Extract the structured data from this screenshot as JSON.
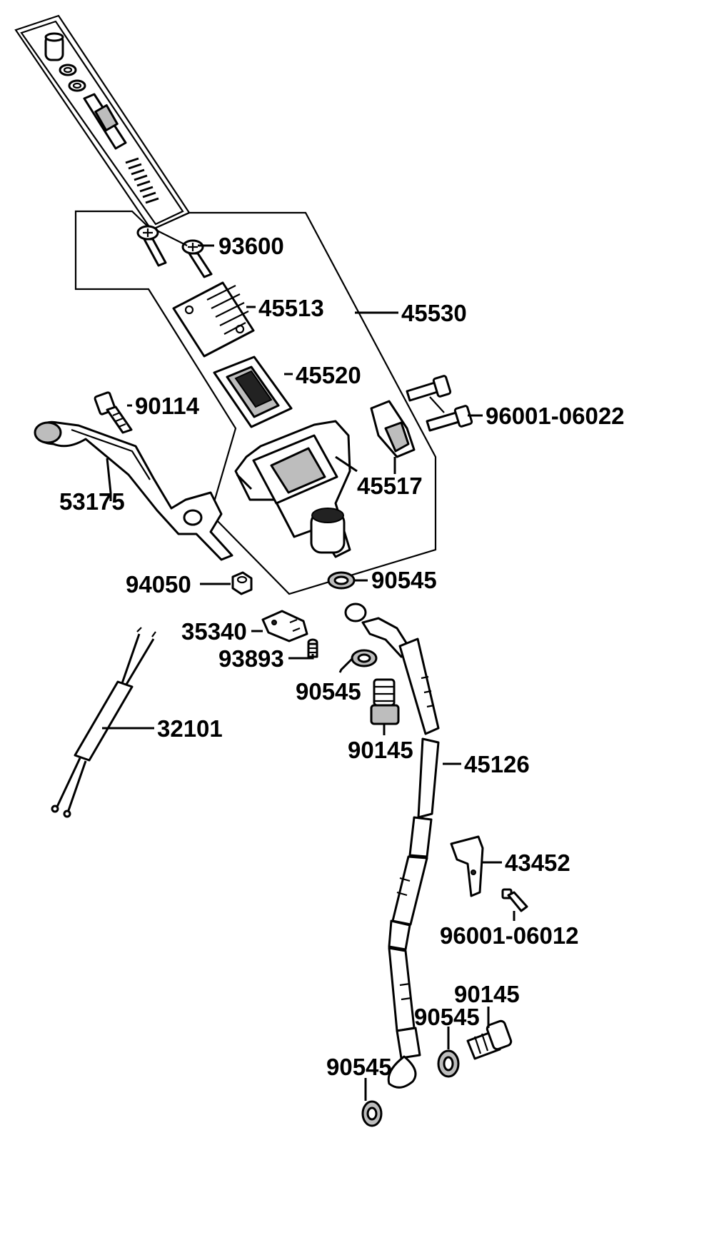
{
  "callouts": {
    "c93600": "93600",
    "c45513": "45513",
    "c45530": "45530",
    "c45520": "45520",
    "c90114": "90114",
    "c96001_06022": "96001-06022",
    "c53175": "53175",
    "c45517": "45517",
    "c94050": "94050",
    "c90545_a": "90545",
    "c35340": "35340",
    "c93893": "93893",
    "c90545_b": "90545",
    "c32101": "32101",
    "c90145_a": "90145",
    "c45126": "45126",
    "c43452": "43452",
    "c96001_06012": "96001-06012",
    "c90145_b": "90145",
    "c90545_c": "90545",
    "c90545_d": "90545"
  }
}
